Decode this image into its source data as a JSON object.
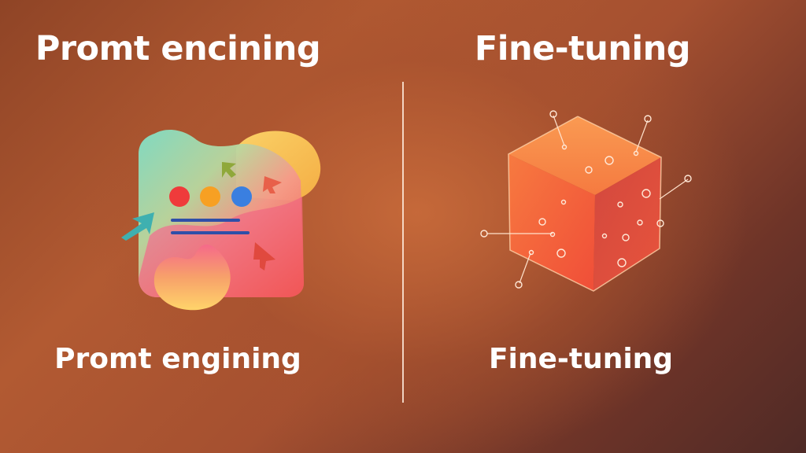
{
  "left": {
    "title": "Promt encining",
    "caption": "Promt engining",
    "icon": "prompt-window-icon"
  },
  "right": {
    "title": "Fine-tuning",
    "caption": "Fine-tuning",
    "icon": "cube-icon"
  },
  "colors": {
    "background_center": "#c76a3a",
    "background_edge": "#4f2a26",
    "text": "#ffffff",
    "divider": "#ffebdc",
    "cube_top": "#f9894a",
    "cube_left": "#f26a3c",
    "cube_right": "#c8433d",
    "dot_red": "#ef3b3b",
    "dot_orange": "#f7a023",
    "dot_blue": "#3a7fe0",
    "line_blue": "#2f4fa8"
  }
}
